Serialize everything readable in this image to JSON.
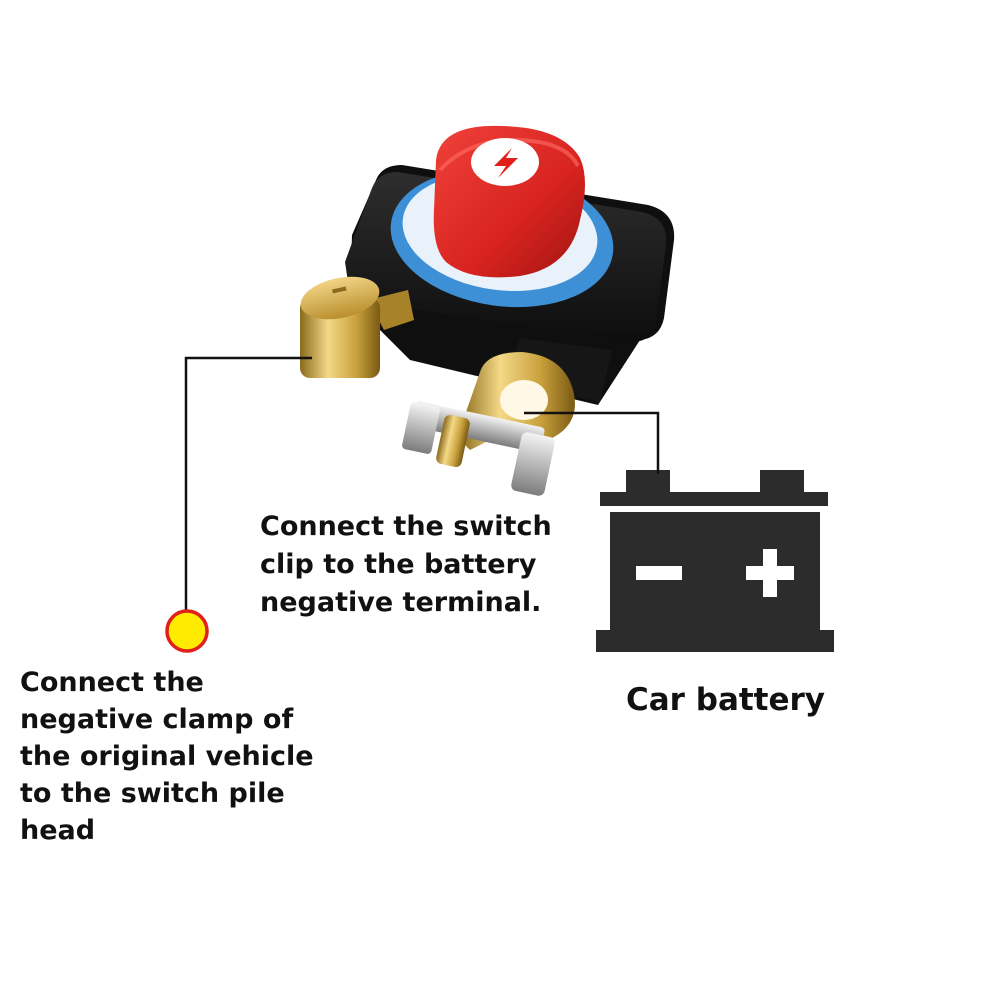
{
  "captions": {
    "switch_clip": [
      "Connect the switch",
      "clip to the battery",
      "negative terminal."
    ],
    "battery": "Car battery",
    "clamp": [
      "Connect the",
      "negative clamp of",
      "the original vehicle",
      "to the switch pile",
      "head"
    ]
  },
  "colors": {
    "knob_red": "#d8231f",
    "dial_blue": "#3d8fd6",
    "body_black": "#1a1a1a",
    "brass": "#d8b24a",
    "battery_gray": "#2c2c2c",
    "marker_yellow": "#ffeb00",
    "marker_ring": "#e0201a",
    "leader_line": "#111111"
  },
  "icons": {
    "switch": "battery-disconnect-switch-icon",
    "battery": "car-battery-icon",
    "knob_badge": "lightning-bolt-icon",
    "marker": "yellow-dot-marker-icon"
  }
}
